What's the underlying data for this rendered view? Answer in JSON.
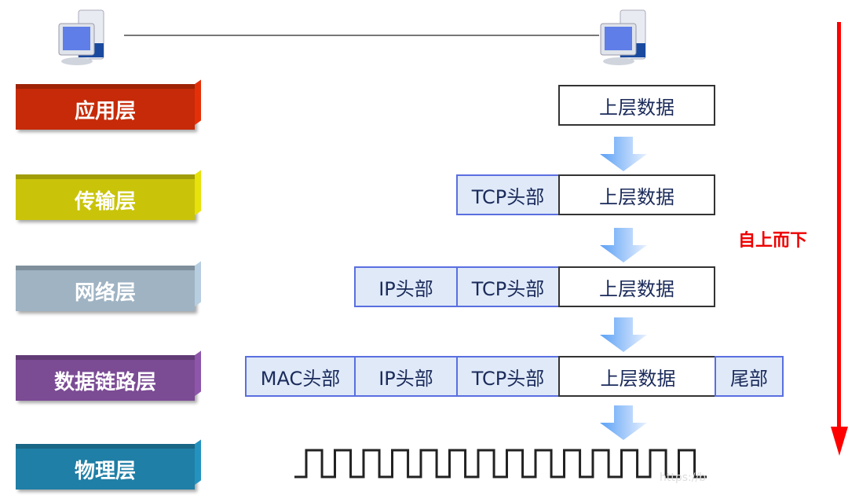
{
  "layers": [
    "应用层",
    "传输层",
    "网络层",
    "数据链路层",
    "物理层"
  ],
  "layer_colors": [
    "#c62a08",
    "#c9c40a",
    "#9fb3c3",
    "#7b4b94",
    "#1f7fa6"
  ],
  "data_label": "上层数据",
  "tcp_label": "TCP头部",
  "ip_label": "IP头部",
  "mac_label": "MAC头部",
  "trailer_label": "尾部",
  "direction_label": "自上而下",
  "watermark": "https://b"
}
